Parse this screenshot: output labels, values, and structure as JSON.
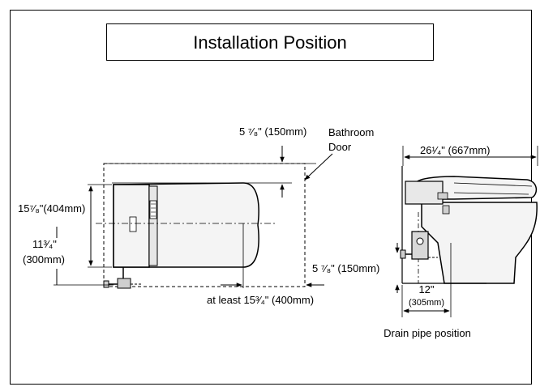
{
  "title": "Installation Position",
  "labels": {
    "top_clearance": "5 ⁷⁄₈\" (150mm)",
    "bathroom": "Bathroom",
    "door": "Door",
    "seat_width": "15⁷⁄₈\"(404mm)",
    "hose_height_in": "11³⁄₄\"",
    "hose_height_mm": "(300mm)",
    "side_clearance": "at least 15³⁄₄\" (400mm)",
    "total_length": "26¹⁄₄\" (667mm)",
    "side_hose_height": "5 ⁷⁄₈\" (150mm)",
    "drain_in": "12\"",
    "drain_mm": "(305mm)",
    "drain_caption": "Drain pipe position"
  },
  "colors": {
    "line": "#000000",
    "fixture_fill": "#f4f4f4",
    "body_fill": "#cfcfcf"
  }
}
